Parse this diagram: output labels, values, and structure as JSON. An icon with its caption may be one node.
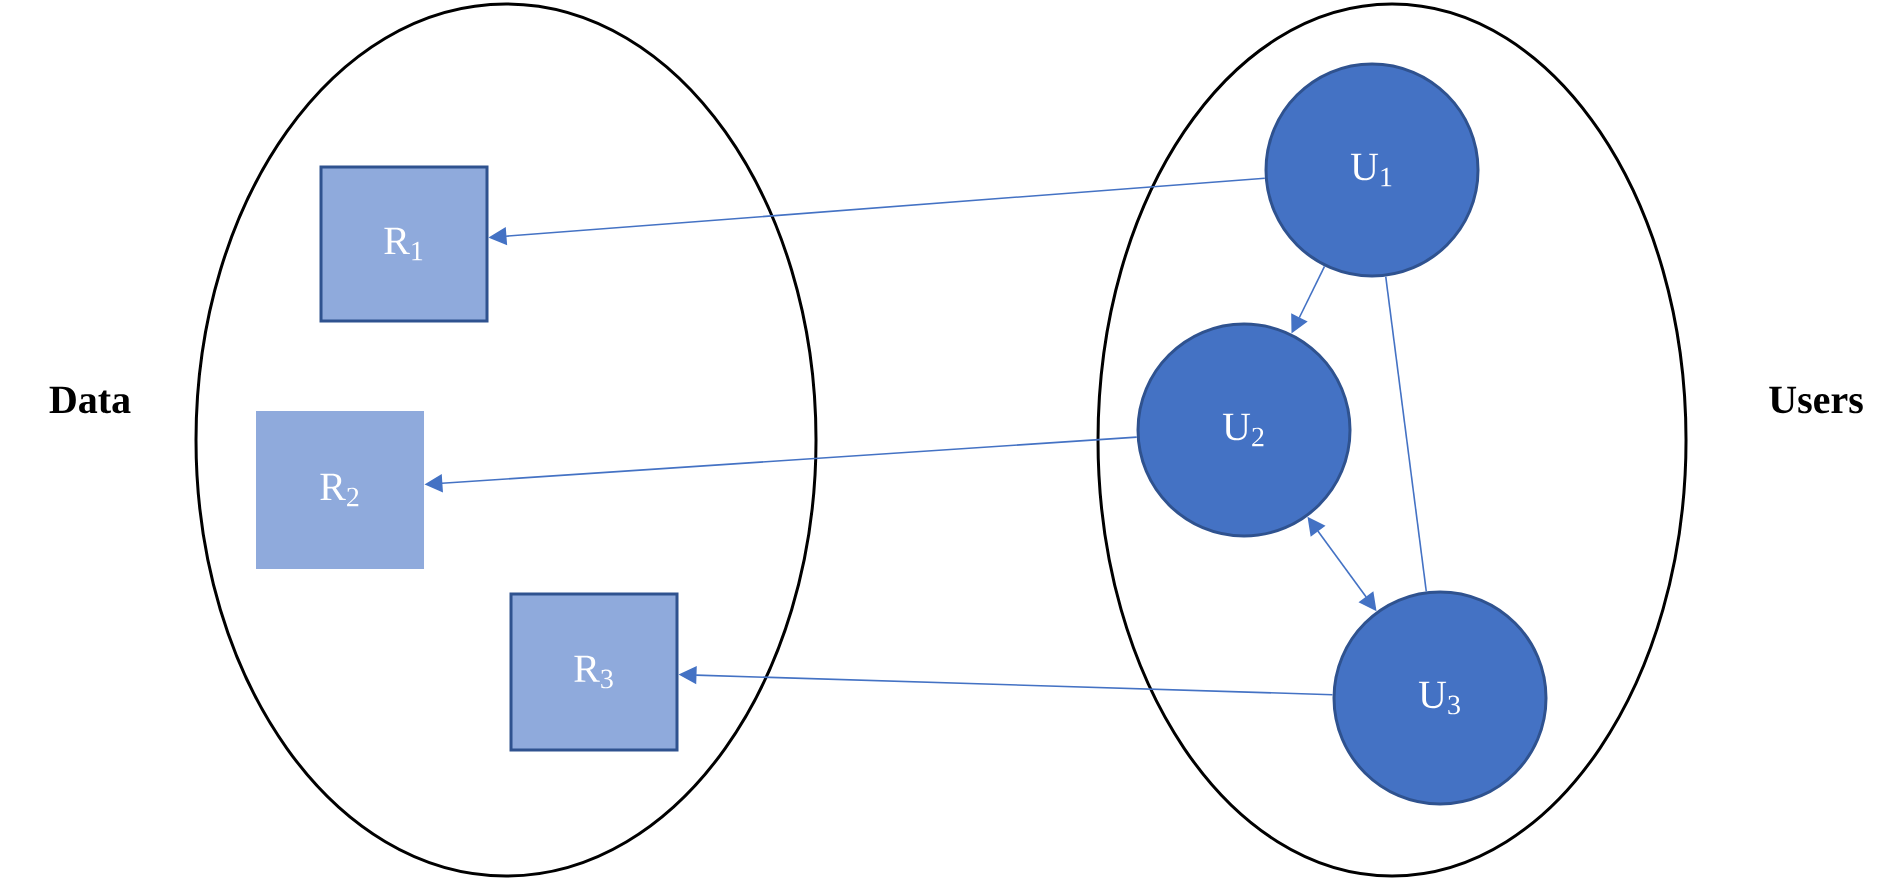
{
  "diagram": {
    "nodes": [
      {
        "text": [
          "Data"
        ]
      },
      {
        "text": [
          "Users"
        ]
      },
      {
        "text": [
          "R$_{1}$"
        ],
        "in": 0
      },
      {
        "text": [
          "R$_{2}$"
        ],
        "in": 0
      },
      {
        "text": [
          "R$_{3}$"
        ],
        "in": 0
      },
      {
        "text": [
          "U$_{1}$"
        ],
        "in": 1
      },
      {
        "text": [
          "U$_{2}$"
        ],
        "in": 1
      },
      {
        "text": [
          "U$_{3}$"
        ],
        "in": 1
      }
    ],
    "edges": [
      {
        "from": 5,
        "to": 2,
        "arrow": "to"
      },
      {
        "from": 6,
        "to": 3,
        "arrow": "to"
      },
      {
        "from": 7,
        "to": 4,
        "arrow": "to"
      },
      {
        "from": 5,
        "to": 6,
        "arrow": "to"
      },
      {
        "from": 6,
        "to": 7,
        "arrow": "both"
      },
      {
        "from": 5,
        "to": 7,
        "arrow": "none"
      }
    ]
  }
}
